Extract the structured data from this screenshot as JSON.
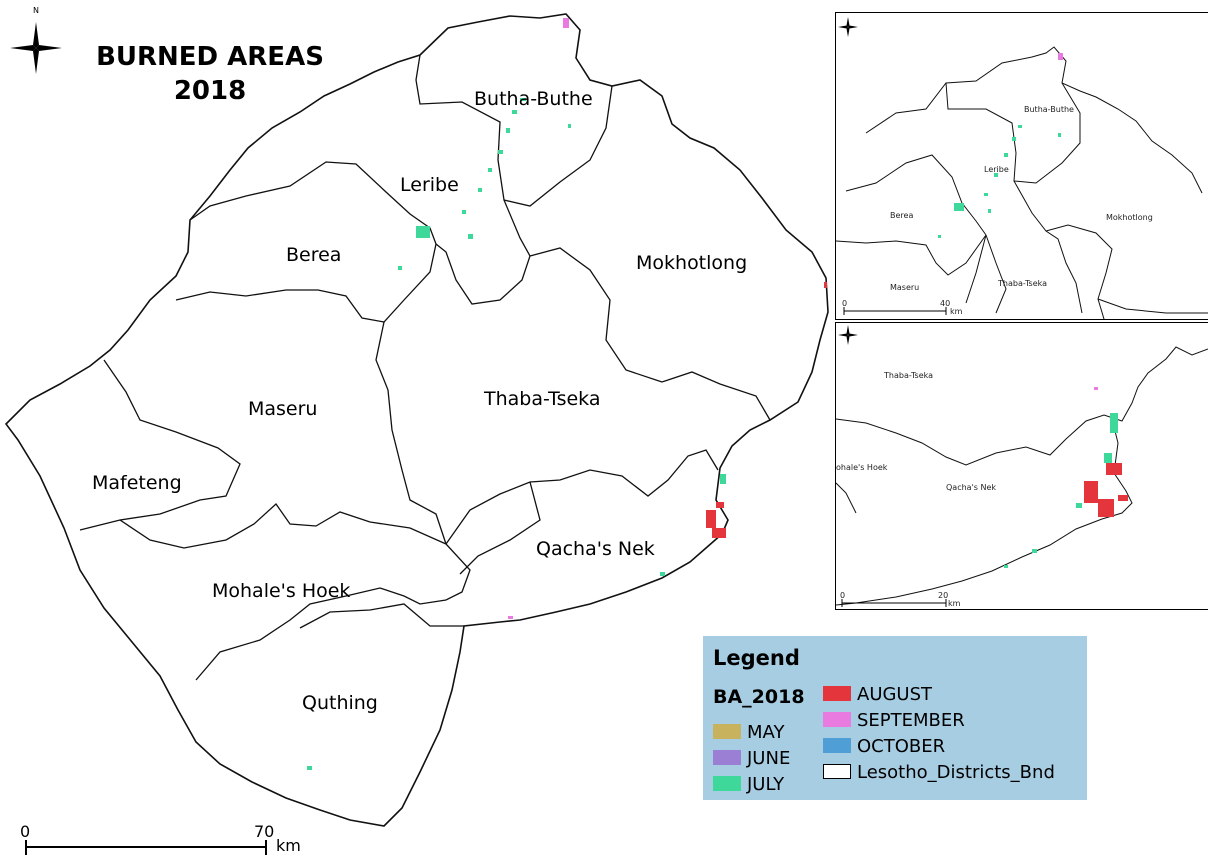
{
  "title": {
    "line1": "BURNED AREAS",
    "line2": "2018"
  },
  "north_arrow": {
    "label": "N",
    "icon": "north-arrow-icon"
  },
  "districts": [
    {
      "id": "butha-buthe",
      "name": "Butha-Buthe"
    },
    {
      "id": "leribe",
      "name": "Leribe"
    },
    {
      "id": "berea",
      "name": "Berea"
    },
    {
      "id": "mokhotlong",
      "name": "Mokhotlong"
    },
    {
      "id": "maseru",
      "name": "Maseru"
    },
    {
      "id": "thaba-tseka",
      "name": "Thaba-Tseka"
    },
    {
      "id": "mafeteng",
      "name": "Mafeteng"
    },
    {
      "id": "qachas-nek",
      "name": "Qacha's Nek"
    },
    {
      "id": "mohales-hoek",
      "name": "Mohale's Hoek"
    },
    {
      "id": "quthing",
      "name": "Quthing"
    }
  ],
  "inset_north": {
    "labels": {
      "butha_buthe": "Butha-Buthe",
      "leribe": "Leribe",
      "berea": "Berea",
      "mokhotlong": "Mokhotlong",
      "maseru": "Maseru",
      "thaba_tseka": "Thaba-Tseka"
    },
    "scale": {
      "zero": "0",
      "max": "40",
      "unit": "km"
    }
  },
  "inset_south": {
    "labels": {
      "thaba_tseka": "Thaba-Tseka",
      "mohales_hoek": "ohale's Hoek",
      "qachas_nek": "Qacha's Nek"
    },
    "scale": {
      "zero": "0",
      "max": "20",
      "unit": "km"
    }
  },
  "legend": {
    "title": "Legend",
    "field": "BA_2018",
    "items": [
      {
        "label": "MAY",
        "color": "#c9b25e"
      },
      {
        "label": "JUNE",
        "color": "#9b7fd4"
      },
      {
        "label": "JULY",
        "color": "#3ed99a"
      },
      {
        "label": "AUGUST",
        "color": "#e3353b"
      },
      {
        "label": "SEPTEMBER",
        "color": "#e87ae0"
      },
      {
        "label": "OCTOBER",
        "color": "#4f9fd6"
      },
      {
        "label": "Lesotho_Districts_Bnd",
        "color": "#ffffff"
      }
    ]
  },
  "scale_bar": {
    "zero": "0",
    "max": "70",
    "unit": "km"
  },
  "colors": {
    "july": "#3ed99a",
    "august": "#e3353b",
    "september": "#e87ae0",
    "legend_bg": "#a7cde3"
  }
}
